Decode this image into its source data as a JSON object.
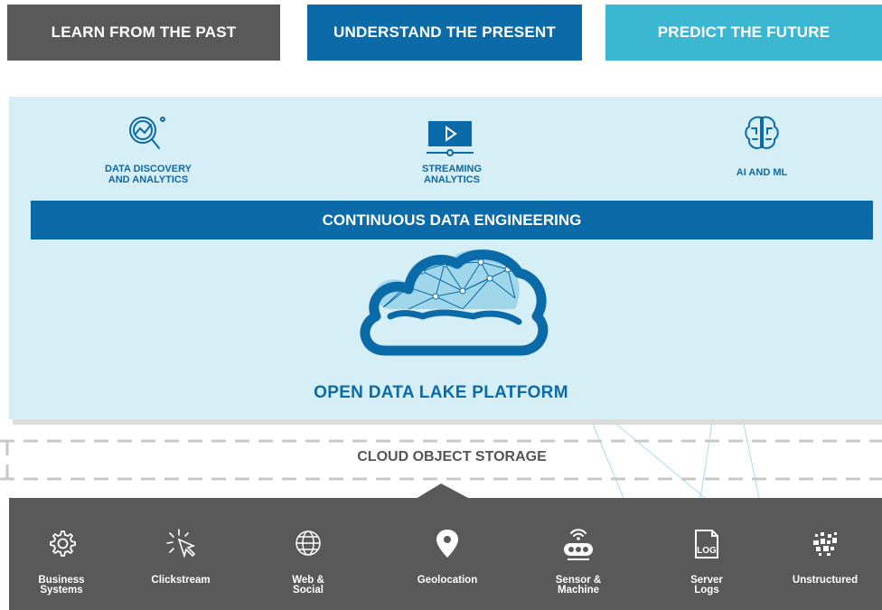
{
  "top_tabs": [
    {
      "label": "LEARN FROM THE PAST",
      "color": "#595959"
    },
    {
      "label": "UNDERSTAND THE PRESENT",
      "color": "#0b6aa8"
    },
    {
      "label": "PREDICT THE FUTURE",
      "color": "#3cb7d2"
    }
  ],
  "capabilities": [
    {
      "line1": "DATA DISCOVERY",
      "line2": "AND ANALYTICS",
      "icon": "magnifier-chart-icon"
    },
    {
      "line1": "STREAMING",
      "line2": "ANALYTICS",
      "icon": "video-stream-icon"
    },
    {
      "line1": "AI AND ML",
      "line2": "",
      "icon": "brain-circuit-icon"
    }
  ],
  "engineering_bar": "CONTINUOUS DATA ENGINEERING",
  "platform_title": "OPEN DATA LAKE PLATFORM",
  "storage_label": "CLOUD OBJECT STORAGE",
  "sources": [
    {
      "line1": "Business",
      "line2": "Systems",
      "icon": "gear-icon"
    },
    {
      "line1": "Clickstream",
      "line2": "",
      "icon": "cursor-click-icon"
    },
    {
      "line1": "Web &",
      "line2": "Social",
      "icon": "globe-icon"
    },
    {
      "line1": "Geolocation",
      "line2": "",
      "icon": "location-pin-icon"
    },
    {
      "line1": "Sensor &",
      "line2": "Machine",
      "icon": "sensor-machine-icon"
    },
    {
      "line1": "Server",
      "line2": "Logs",
      "icon": "log-file-icon"
    },
    {
      "line1": "Unstructured",
      "line2": "",
      "icon": "scattered-data-icon"
    }
  ],
  "colors": {
    "dark_gray": "#595959",
    "blue": "#0b6aa8",
    "cyan": "#3cb7d2",
    "light_blue": "#d6eef6"
  }
}
